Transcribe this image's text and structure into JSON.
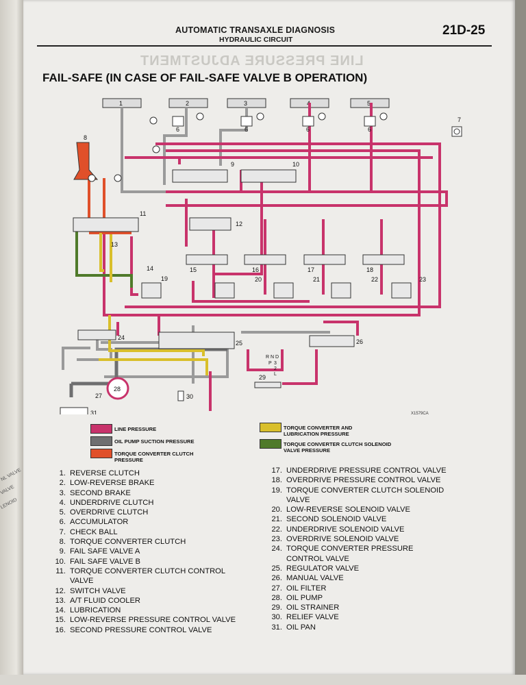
{
  "header": {
    "section_title": "AUTOMATIC TRANSAXLE DIAGNOSIS",
    "subsection": "HYDRAULIC CIRCUIT",
    "page_number": "21D-25"
  },
  "ghost_text": "LINE PRESSURE ADJUSTMENT",
  "diagram_title": "FAIL-SAFE (IN CASE OF FAIL-SAFE VALVE B OPERATION)",
  "figure_code": "X1579CA",
  "colors": {
    "line_pressure": "#c8336b",
    "oil_pump_suction": "#7a7a7a",
    "tc_clutch_pressure": "#e0502a",
    "tc_lubrication": "#d9bf2b",
    "tc_solenoid_valve": "#4f7a2a"
  },
  "legend": [
    {
      "label": "LINE PRESSURE",
      "color_key": "line_pressure"
    },
    {
      "label": "OIL PUMP SUCTION PRESSURE",
      "color_key": "oil_pump_suction"
    },
    {
      "label": "TORQUE CONVERTER CLUTCH PRESSURE",
      "color_key": "tc_clutch_pressure"
    },
    {
      "label": "TORQUE CONVERTER AND LUBRICATION PRESSURE",
      "color_key": "tc_lubrication"
    },
    {
      "label": "TORQUE CONVERTER CLUTCH SOLENOID VALVE PRESSURE",
      "color_key": "tc_solenoid_valve"
    }
  ],
  "manual_positions": [
    "R",
    "N",
    "D",
    "P",
    "3",
    "2",
    "L"
  ],
  "parts_left": [
    {
      "n": "1.",
      "t": "REVERSE CLUTCH"
    },
    {
      "n": "2.",
      "t": "LOW-REVERSE BRAKE"
    },
    {
      "n": "3.",
      "t": "SECOND BRAKE"
    },
    {
      "n": "4.",
      "t": "UNDERDRIVE CLUTCH"
    },
    {
      "n": "5.",
      "t": "OVERDRIVE CLUTCH"
    },
    {
      "n": "6.",
      "t": "ACCUMULATOR"
    },
    {
      "n": "7.",
      "t": "CHECK BALL"
    },
    {
      "n": "8.",
      "t": "TORQUE CONVERTER CLUTCH"
    },
    {
      "n": "9.",
      "t": "FAIL SAFE VALVE A"
    },
    {
      "n": "10.",
      "t": "FAIL SAFE VALVE B"
    },
    {
      "n": "11.",
      "t": "TORQUE CONVERTER CLUTCH CONTROL",
      "t2": "VALVE"
    },
    {
      "n": "12.",
      "t": "SWITCH VALVE"
    },
    {
      "n": "13.",
      "t": "A/T FLUID COOLER"
    },
    {
      "n": "14.",
      "t": "LUBRICATION"
    },
    {
      "n": "15.",
      "t": "LOW-REVERSE PRESSURE CONTROL VALVE"
    },
    {
      "n": "16.",
      "t": "SECOND PRESSURE CONTROL VALVE"
    }
  ],
  "parts_right": [
    {
      "n": "17.",
      "t": "UNDERDRIVE PRESSURE CONTROL VALVE"
    },
    {
      "n": "18.",
      "t": "OVERDRIVE PRESSURE CONTROL VALVE"
    },
    {
      "n": "19.",
      "t": "TORQUE CONVERTER CLUTCH SOLENOID",
      "t2": "VALVE"
    },
    {
      "n": "20.",
      "t": "LOW-REVERSE SOLENOID VALVE"
    },
    {
      "n": "21.",
      "t": "SECOND SOLENOID VALVE"
    },
    {
      "n": "22.",
      "t": "UNDERDRIVE SOLENOID VALVE"
    },
    {
      "n": "23.",
      "t": "OVERDRIVE SOLENOID VALVE"
    },
    {
      "n": "24.",
      "t": "TORQUE CONVERTER PRESSURE",
      "t2": "CONTROL VALVE"
    },
    {
      "n": "25.",
      "t": "REGULATOR VALVE"
    },
    {
      "n": "26.",
      "t": "MANUAL VALVE"
    },
    {
      "n": "27.",
      "t": "OIL FILTER"
    },
    {
      "n": "28.",
      "t": "OIL PUMP"
    },
    {
      "n": "29.",
      "t": "OIL STRAINER"
    },
    {
      "n": "30.",
      "t": "RELIEF VALVE"
    },
    {
      "n": "31.",
      "t": "OIL PAN"
    }
  ]
}
